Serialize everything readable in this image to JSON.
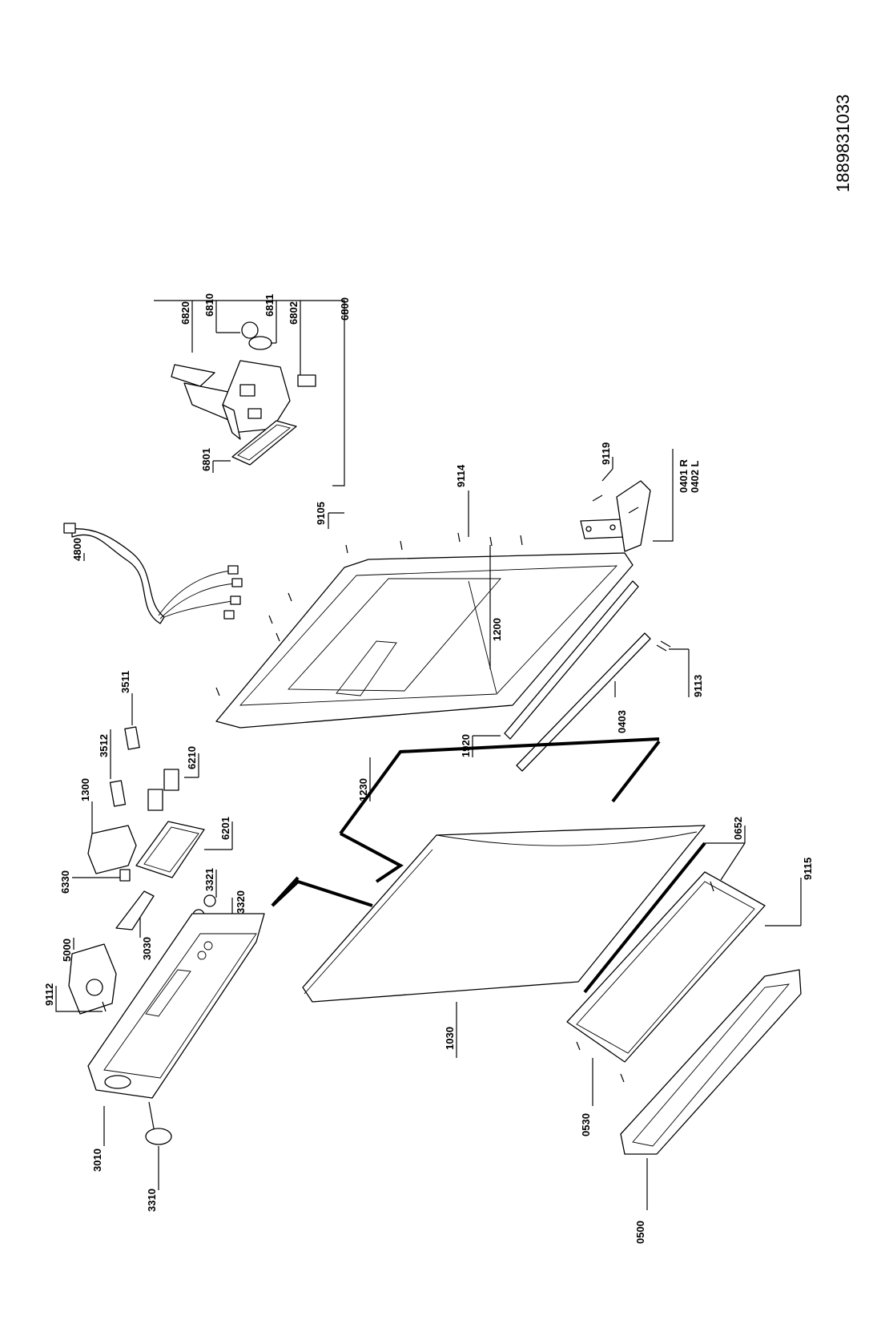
{
  "document_number": "1889831033",
  "labels": {
    "p6820": "6820",
    "p6810": "6810",
    "p6811": "6811",
    "p6802": "6802",
    "p6800": "6800",
    "p6801": "6801",
    "p4800": "4800",
    "p9105": "9105",
    "p9114": "9114",
    "p9119": "9119",
    "p0401": "0401 R",
    "p0402": "0402 L",
    "p1200": "1200",
    "p9113": "9113",
    "p0403": "0403",
    "p1920": "1920",
    "p3511": "3511",
    "p3512": "3512",
    "p1300": "1300",
    "p6210": "6210",
    "p6201": "6201",
    "p6330": "6330",
    "p3321": "3321",
    "p3320": "3320",
    "p3030": "3030",
    "p5000": "5000",
    "p9112": "9112",
    "p1230": "1230",
    "p0652": "0652",
    "p9115": "9115",
    "p1030": "1030",
    "p0530": "0530",
    "p3010": "3010",
    "p3310": "3310",
    "p0500": "0500"
  }
}
